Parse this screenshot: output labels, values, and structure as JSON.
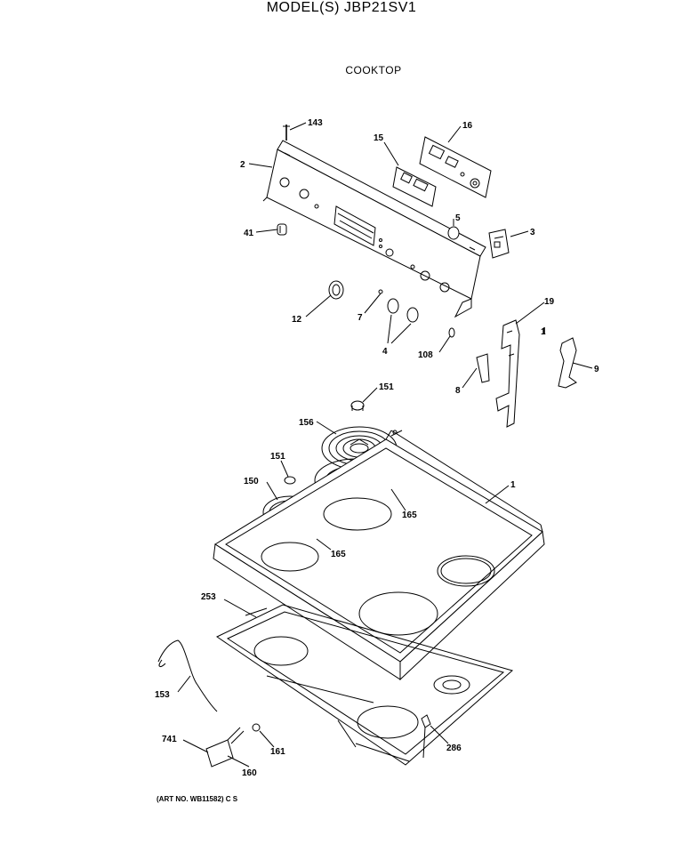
{
  "header": {
    "title": "MODEL(S) JBP21SV1",
    "subtitle": "COOKTOP"
  },
  "footer": {
    "art_no": "(ART NO. WB11582) C S"
  },
  "callouts": [
    "143",
    "16",
    "15",
    "2",
    "5",
    "3",
    "41",
    "12",
    "7",
    "4",
    "108",
    "19",
    "1",
    "9",
    "8",
    "151",
    "156",
    "151",
    "150",
    "165",
    "165",
    "1",
    "253",
    "153",
    "741",
    "161",
    "160",
    "286"
  ]
}
